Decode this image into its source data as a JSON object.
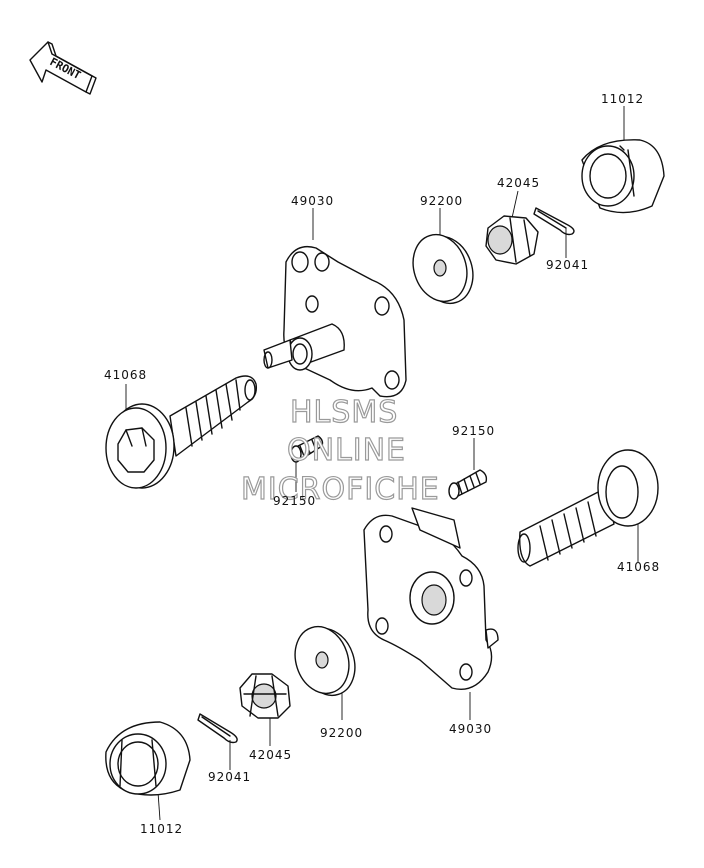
{
  "front_arrow": {
    "text": "FRONT",
    "icon": "front-direction-arrow-icon"
  },
  "watermark": {
    "lines": [
      "HLSMS",
      "ONLINE",
      "MICROFICHE"
    ]
  },
  "labels": {
    "cap_top": "11012",
    "nut_top": "42045",
    "washer_top": "92200",
    "pin_top": "92041",
    "hub_top": "49030",
    "axle_left": "41068",
    "bolt_upper": "92150",
    "bolt_lower": "92150",
    "axle_right": "41068",
    "hub_bottom": "49030",
    "washer_bottom": "92200",
    "nut_bottom": "42045",
    "pin_bottom": "92041",
    "cap_bottom": "11012"
  }
}
